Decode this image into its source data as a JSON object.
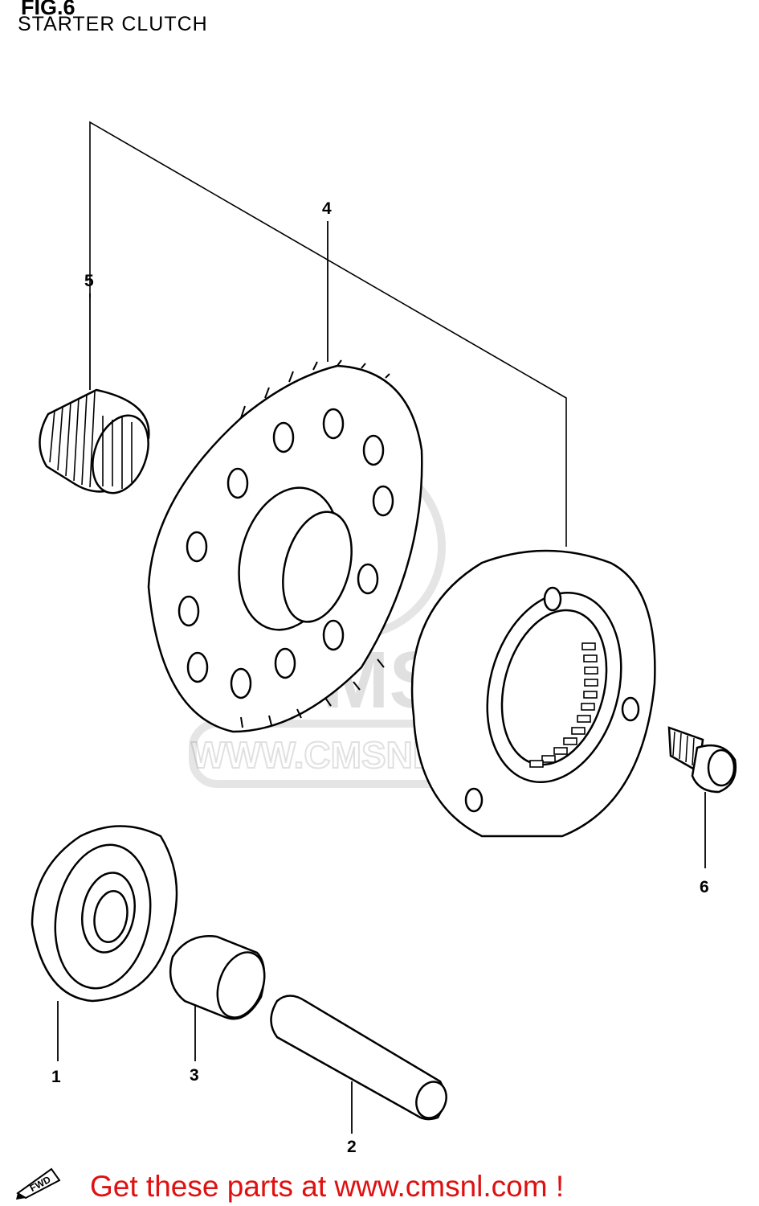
{
  "header": {
    "figure_label": "FIG.6",
    "title": "STARTER CLUTCH"
  },
  "callouts": [
    "1",
    "2",
    "3",
    "4",
    "5",
    "6"
  ],
  "watermark": {
    "text": "WWW.CMSNL.COM",
    "logo_text": "CMS"
  },
  "direction_badge": {
    "text": "FWD"
  },
  "footer": {
    "promo_text": "Get these parts at www.cmsnl.com !",
    "promo_color": "#e01010"
  }
}
